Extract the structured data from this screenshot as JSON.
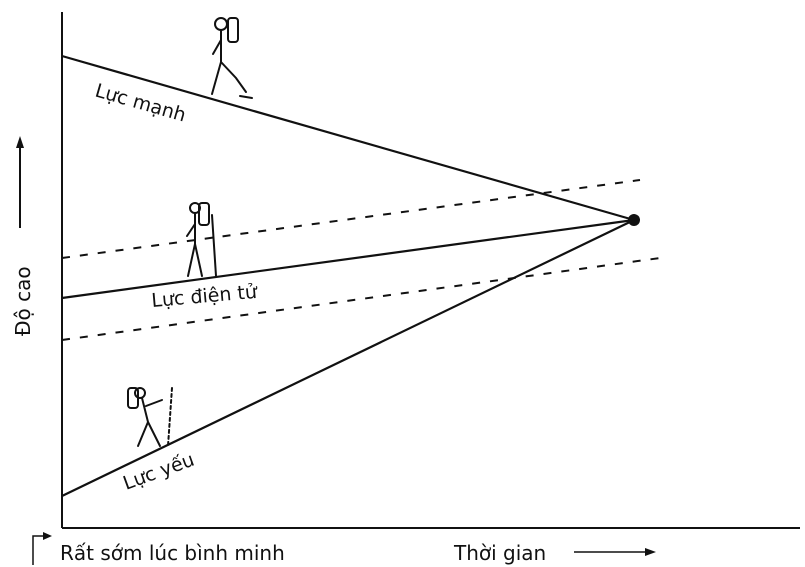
{
  "diagram": {
    "y_axis_label": "Độ cao",
    "x_axis_label": "Thời gian",
    "origin_label": "Rất sớm lúc bình minh",
    "lines": [
      {
        "label": "Lực mạnh"
      },
      {
        "label": "Lực điện tử"
      },
      {
        "label": "Lực yếu"
      }
    ]
  }
}
